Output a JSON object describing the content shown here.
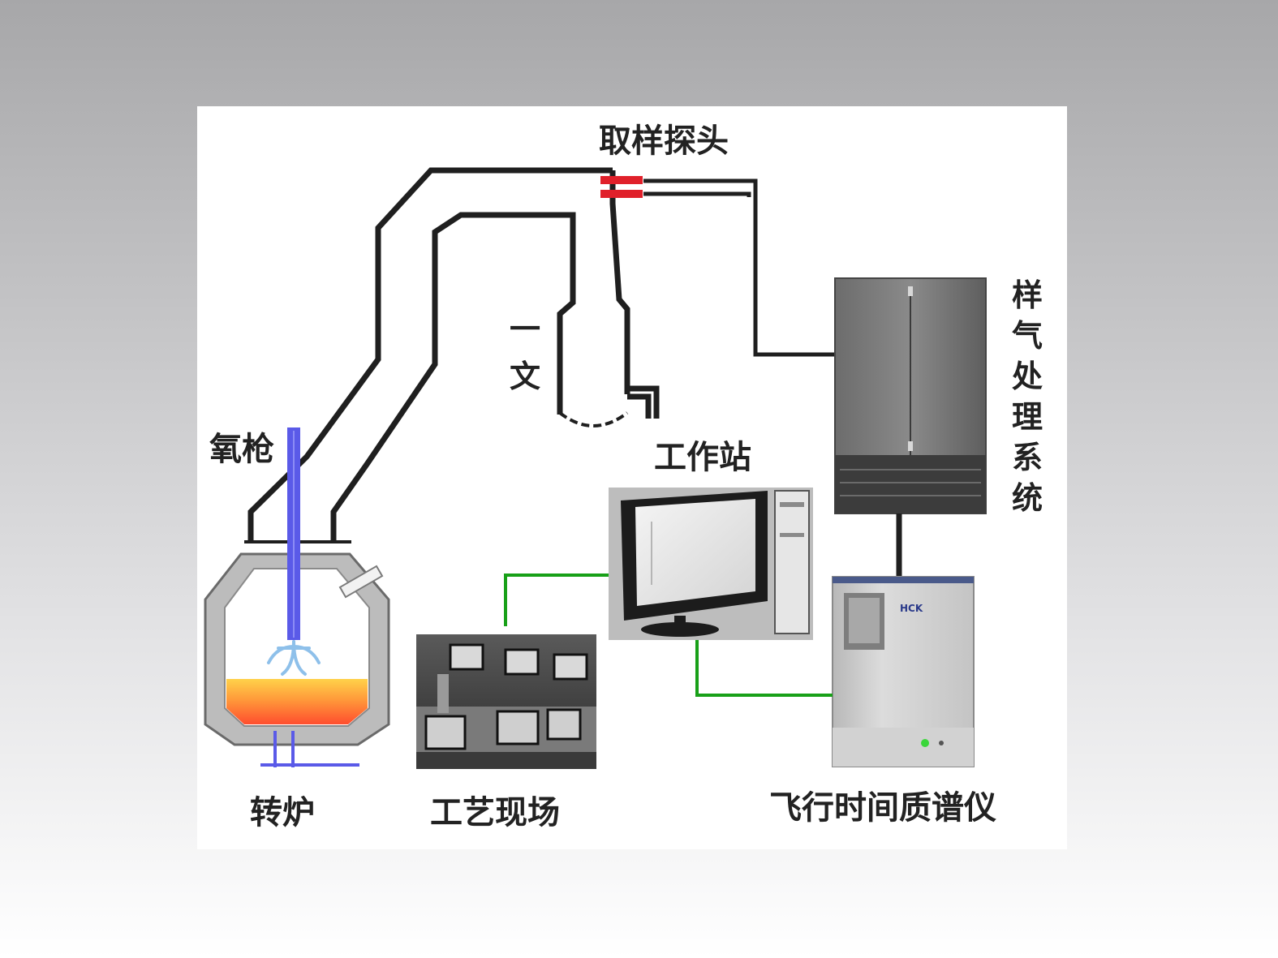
{
  "labels": {
    "probe": "取样探头",
    "oxygen_lance": "氧枪",
    "converter": "转炉",
    "process_site": "工艺现场",
    "workstation": "工作站",
    "gas_system": "样气处理系统",
    "gas_system_chars": [
      "样",
      "气",
      "处",
      "理",
      "系",
      "统"
    ],
    "tof_ms": "飞行时间质谱仪",
    "venturi_chars": [
      "一",
      "文"
    ],
    "instrument_brand": "HCK"
  },
  "colors": {
    "background_top": "#a7a7a9",
    "background_bottom": "#ffffff",
    "pipe": "#1f1f1f",
    "probe": "#e0202a",
    "lance": "#5a5ae8",
    "data_link": "#18a018",
    "molten_top": "#ffd24a",
    "molten_bottom": "#ff4d2e"
  },
  "icons": {
    "converter": "converter-furnace-icon",
    "lance": "oxygen-lance-icon",
    "probe": "sampling-probe-icon",
    "cabinet": "gas-treatment-cabinet-icon",
    "workstation": "workstation-computer-icon",
    "control_room": "control-room-photo-icon",
    "tof": "tof-mass-spectrometer-icon"
  }
}
